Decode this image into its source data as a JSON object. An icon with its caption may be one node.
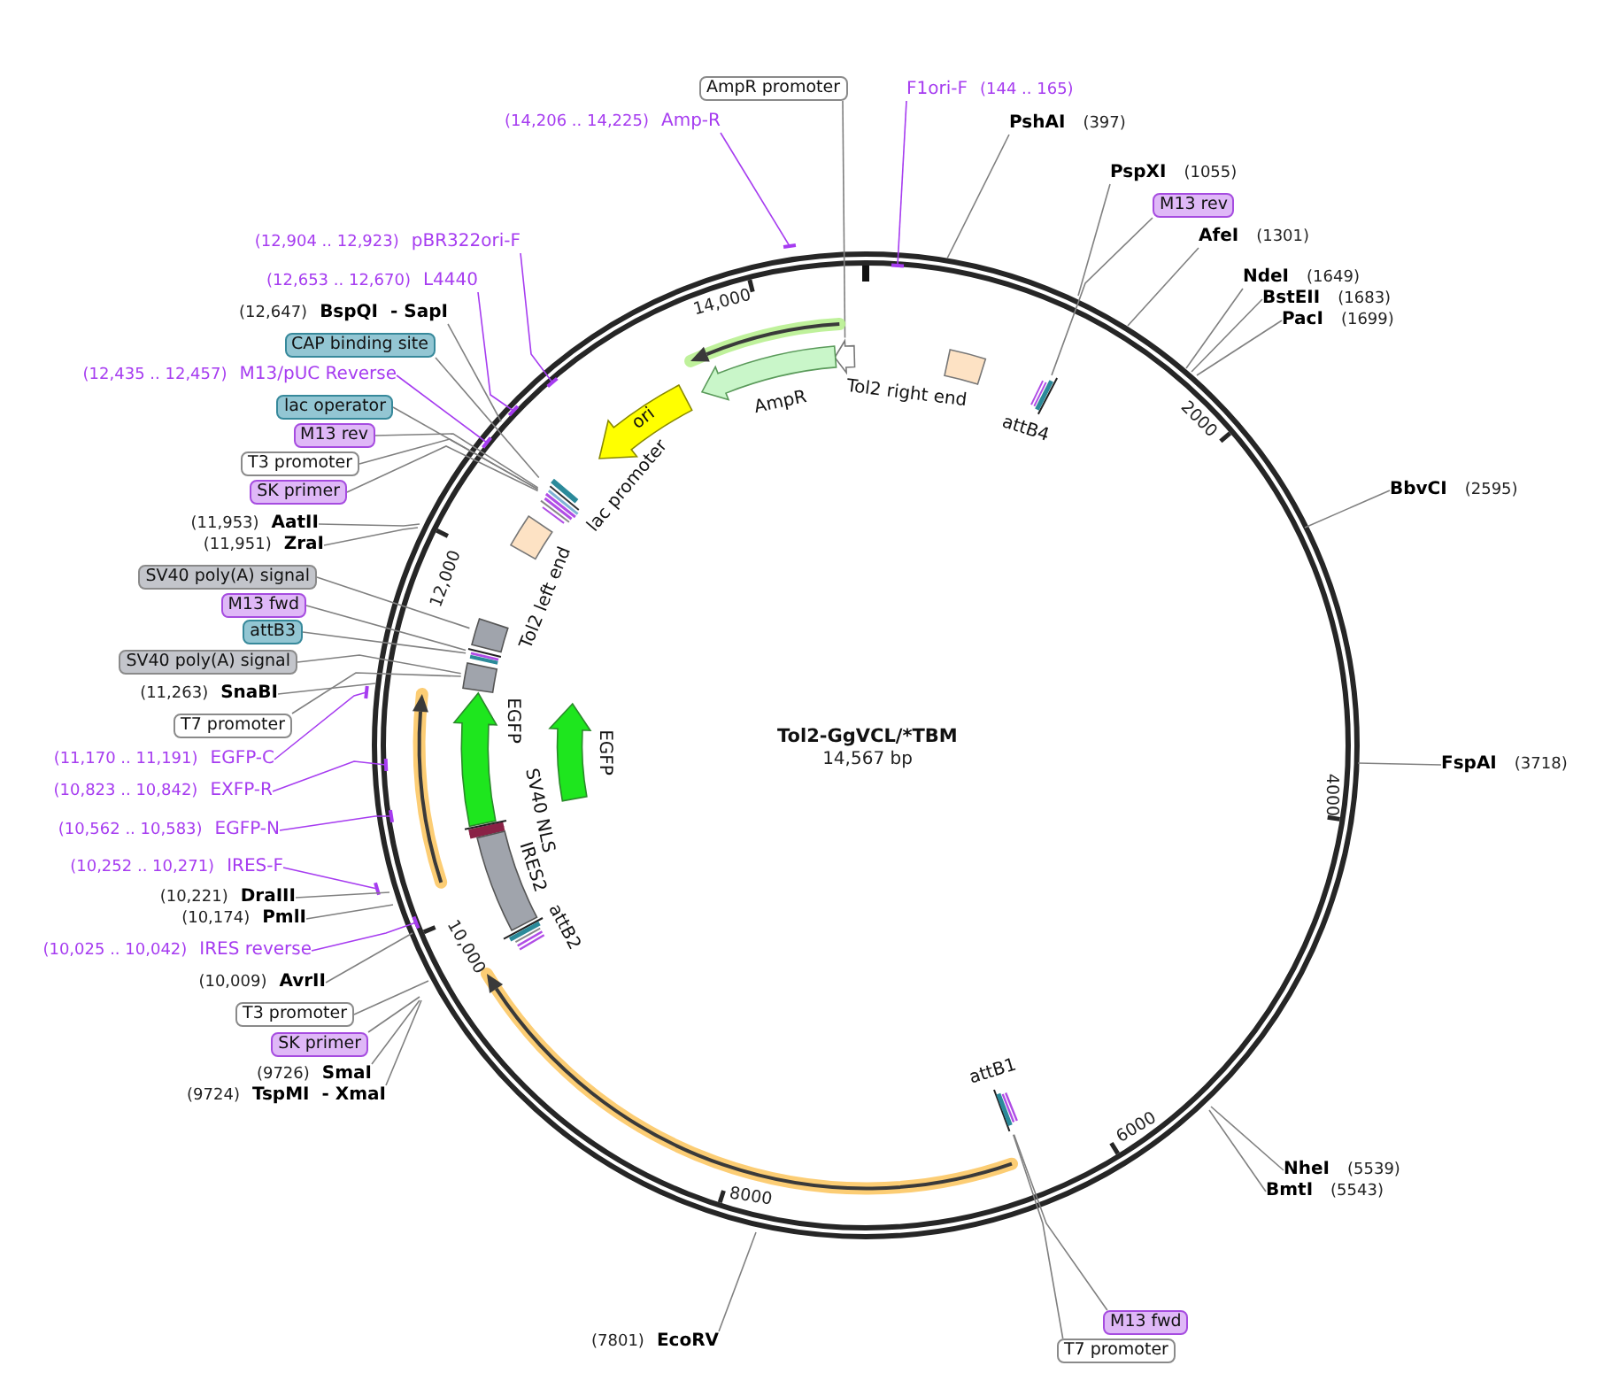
{
  "diagram": {
    "title": "Tol2-GgVCL/*TBM",
    "nodes": [
      {
        "text": [
          "AmpR promoter"
        ]
      },
      {
        "text": [
          "F1ori-F",
          "(144 .. 165)"
        ]
      },
      {
        "text": [
          "PshAI",
          "(397)"
        ]
      },
      {
        "text": [
          "PspXI",
          "(1055)"
        ]
      },
      {
        "text": [
          "M13 rev"
        ]
      },
      {
        "text": [
          "AfeI",
          "(1301)"
        ]
      },
      {
        "text": [
          "NdeI",
          "(1649)"
        ]
      },
      {
        "text": [
          "BstEII",
          "(1683)"
        ]
      },
      {
        "text": [
          "PacI",
          "(1699)"
        ]
      },
      {
        "text": [
          "BbvCI",
          "(2595)"
        ]
      },
      {
        "text": [
          "FspAI",
          "(3718)"
        ]
      },
      {
        "text": [
          "NheI",
          "(5539)"
        ]
      },
      {
        "text": [
          "BmtI",
          "(5543)"
        ]
      },
      {
        "text": [
          "M13 fwd"
        ]
      },
      {
        "text": [
          "T7 promoter"
        ]
      },
      {
        "text": [
          "(7801)",
          "EcoRV"
        ]
      },
      {
        "text": [
          "(9724)",
          "TspMI",
          "- XmaI"
        ]
      },
      {
        "text": [
          "(9726)",
          "SmaI"
        ]
      },
      {
        "text": [
          "SK primer"
        ]
      },
      {
        "text": [
          "T3 promoter"
        ]
      },
      {
        "text": [
          "(10,009)",
          "AvrII"
        ]
      },
      {
        "text": [
          "(10,025 .. 10,042)",
          "IRES reverse"
        ]
      },
      {
        "text": [
          "(10,174)",
          "PmlI"
        ]
      },
      {
        "text": [
          "(10,221)",
          "DraIII"
        ]
      },
      {
        "text": [
          "(10,252 .. 10,271)",
          "IRES-F"
        ]
      },
      {
        "text": [
          "(10,562 .. 10,583)",
          "EGFP-N"
        ]
      },
      {
        "text": [
          "(10,823 .. 10,842)",
          "EXFP-R"
        ]
      },
      {
        "text": [
          "(11,170 .. 11,191)",
          "EGFP-C"
        ]
      },
      {
        "text": [
          "T7 promoter"
        ]
      },
      {
        "text": [
          "(11,263)",
          "SnaBI"
        ]
      },
      {
        "text": [
          "SV40 poly(A) signal"
        ]
      },
      {
        "text": [
          "attB3"
        ]
      },
      {
        "text": [
          "M13 fwd"
        ]
      },
      {
        "text": [
          "SV40 poly(A) signal"
        ]
      },
      {
        "text": [
          "(11,951)",
          "ZraI"
        ]
      },
      {
        "text": [
          "(11,953)",
          "AatII"
        ]
      },
      {
        "text": [
          "SK primer"
        ]
      },
      {
        "text": [
          "T3 promoter"
        ]
      },
      {
        "text": [
          "M13 rev"
        ]
      },
      {
        "text": [
          "lac operator"
        ]
      },
      {
        "text": [
          "(12,435 .. 12,457)",
          "M13/pUC Reverse"
        ]
      },
      {
        "text": [
          "CAP binding site"
        ]
      },
      {
        "text": [
          "(12,647)",
          "BspQI",
          "- SapI"
        ]
      },
      {
        "text": [
          "(12,653 .. 12,670)",
          "L4440"
        ]
      },
      {
        "text": [
          "(12,904 .. 12,923)",
          "pBR322ori-F"
        ]
      },
      {
        "text": [
          "(14,206 .. 14,225)",
          "Amp-R"
        ]
      },
      {
        "text": [],
        "shape": "arrow"
      },
      {
        "text": [],
        "shape": "arrow",
        "beside": [
          "AmpR"
        ]
      },
      {
        "text": [],
        "shape": "arrow"
      },
      {
        "text": [],
        "shape": "box",
        "beside": [
          "Tol2 right end"
        ]
      },
      {
        "text": [],
        "shape": "bar",
        "beside": [
          "attB4"
        ]
      },
      {
        "text": [
          "ori"
        ]
      },
      {
        "text": [],
        "shape": "bar",
        "beside": [
          "lac promoter"
        ]
      },
      {
        "text": [],
        "shape": "box",
        "beside": [
          "Tol2 left end"
        ]
      },
      {
        "text": [],
        "shape": "box"
      },
      {
        "text": [],
        "shape": "bar"
      },
      {
        "text": [],
        "shape": "box"
      },
      {
        "text": [],
        "shape": "arrow",
        "beside": [
          "EGFP"
        ]
      },
      {
        "text": [],
        "shape": "arrow",
        "beside": [
          "EGFP"
        ]
      },
      {
        "text": [],
        "shape": "arrow"
      },
      {
        "text": [],
        "shape": "bar"
      },
      {
        "text": [],
        "shape": "box",
        "beside": [
          "IRES2"
        ]
      },
      {
        "text": [],
        "shape": "bar",
        "beside": [
          "attB2"
        ]
      },
      {
        "text": [],
        "shape": "arrow"
      },
      {
        "text": [],
        "shape": "bar",
        "beside": [
          "attB1"
        ]
      }
    ],
    "edges": [
      {
        "from": 0,
        "to": 46,
        "arrow": "none"
      },
      {
        "from": 1,
        "to": null,
        "arrow": "none",
        "color": "#a63cf0"
      },
      {
        "from": 2,
        "to": null,
        "arrow": "none"
      },
      {
        "from": 3,
        "to": null,
        "arrow": "none"
      },
      {
        "from": 4,
        "to": 50,
        "arrow": "none"
      },
      {
        "from": 5,
        "to": null,
        "arrow": "none"
      },
      {
        "from": 6,
        "to": null,
        "arrow": "none"
      },
      {
        "from": 7,
        "to": null,
        "arrow": "none"
      },
      {
        "from": 8,
        "to": null,
        "arrow": "none"
      },
      {
        "from": 9,
        "to": null,
        "arrow": "none"
      },
      {
        "from": 10,
        "to": null,
        "arrow": "none"
      },
      {
        "from": 11,
        "to": null,
        "arrow": "none"
      },
      {
        "from": 12,
        "to": null,
        "arrow": "none"
      },
      {
        "from": 13,
        "to": 64,
        "arrow": "none"
      },
      {
        "from": 14,
        "to": 64,
        "arrow": "none"
      },
      {
        "from": 15,
        "to": null,
        "arrow": "none"
      },
      {
        "from": 16,
        "to": null,
        "arrow": "none"
      },
      {
        "from": 17,
        "to": null,
        "arrow": "none"
      },
      {
        "from": 18,
        "to": null,
        "arrow": "none"
      },
      {
        "from": 19,
        "to": null,
        "arrow": "none"
      },
      {
        "from": 20,
        "to": null,
        "arrow": "none"
      },
      {
        "from": 21,
        "to": null,
        "arrow": "none",
        "color": "#a63cf0"
      },
      {
        "from": 22,
        "to": null,
        "arrow": "none"
      },
      {
        "from": 23,
        "to": null,
        "arrow": "none"
      },
      {
        "from": 24,
        "to": null,
        "arrow": "none",
        "color": "#a63cf0"
      },
      {
        "from": 25,
        "to": null,
        "arrow": "none",
        "color": "#a63cf0"
      },
      {
        "from": 26,
        "to": null,
        "arrow": "none",
        "color": "#a63cf0"
      },
      {
        "from": 27,
        "to": null,
        "arrow": "none",
        "color": "#a63cf0"
      },
      {
        "from": 28,
        "to": 56,
        "arrow": "none"
      },
      {
        "from": 29,
        "to": null,
        "arrow": "none"
      },
      {
        "from": 30,
        "to": 56,
        "arrow": "none"
      },
      {
        "from": 31,
        "to": 55,
        "arrow": "none"
      },
      {
        "from": 32,
        "to": 55,
        "arrow": "none"
      },
      {
        "from": 33,
        "to": 54,
        "arrow": "none"
      },
      {
        "from": 34,
        "to": null,
        "arrow": "none"
      },
      {
        "from": 35,
        "to": null,
        "arrow": "none"
      },
      {
        "from": 36,
        "to": 52,
        "arrow": "none"
      },
      {
        "from": 37,
        "to": 52,
        "arrow": "none"
      },
      {
        "from": 38,
        "to": 52,
        "arrow": "none"
      },
      {
        "from": 39,
        "to": 52,
        "arrow": "none"
      },
      {
        "from": 40,
        "to": null,
        "arrow": "none",
        "color": "#a63cf0"
      },
      {
        "from": 41,
        "to": 52,
        "arrow": "none"
      },
      {
        "from": 42,
        "to": null,
        "arrow": "none"
      },
      {
        "from": 43,
        "to": null,
        "arrow": "none",
        "color": "#a63cf0"
      },
      {
        "from": 44,
        "to": null,
        "arrow": "none",
        "color": "#a63cf0"
      },
      {
        "from": 45,
        "to": null,
        "arrow": "none",
        "color": "#a63cf0"
      }
    ],
    "labels": [
      "14,567 bp",
      "2000",
      "4000",
      "6000",
      "8000",
      "10,000",
      "12,000",
      "14,000",
      "SV40 NLS"
    ]
  }
}
